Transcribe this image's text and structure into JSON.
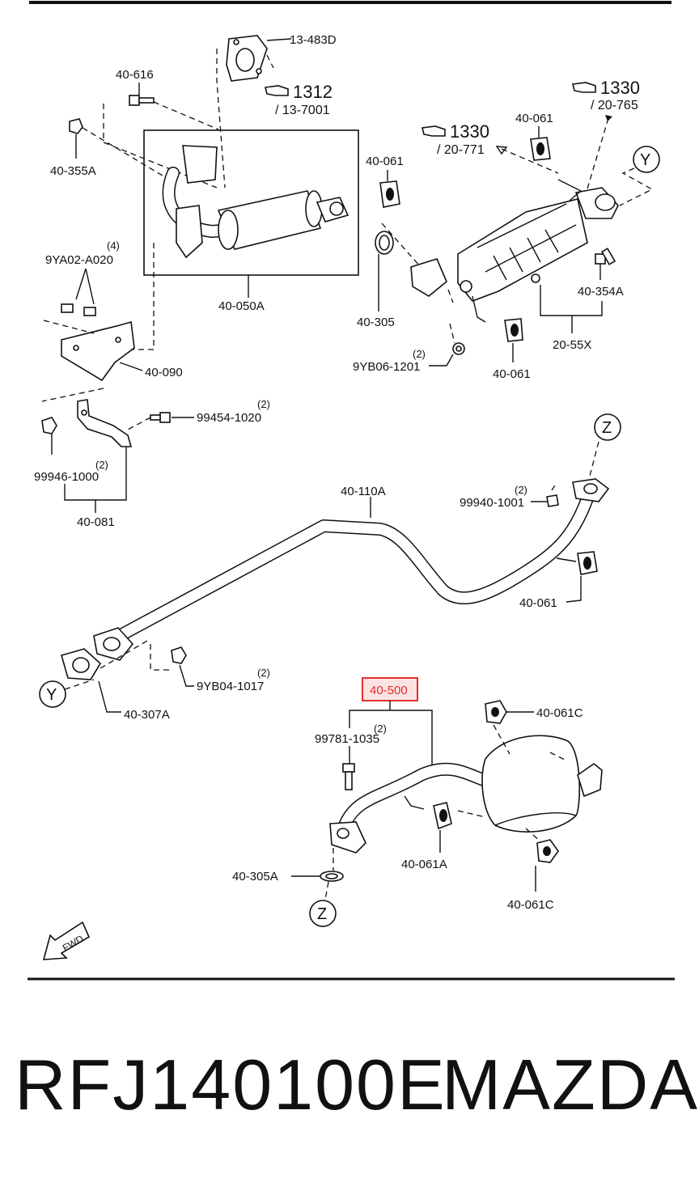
{
  "labels": {
    "p13_483D": "13-483D",
    "p40_616": "40-616",
    "p40_355A": "40-355A",
    "p40_050A": "40-050A",
    "p40_061_a": "40-061",
    "p40_305": "40-305",
    "p40_061_b": "40-061",
    "p40_354A": "40-354A",
    "p20_55X": "20-55X",
    "p40_061_c": "40-061",
    "p9YB06_1201": "9YB06-1201",
    "p9YB06_qty": "(2)",
    "p9YA02_A020": "9YA02-A020",
    "p9YA02_qty": "(4)",
    "p40_090": "40-090",
    "p99454_1020": "99454-1020",
    "p99454_qty": "(2)",
    "p99946_1000": "99946-1000",
    "p99946_qty": "(2)",
    "p40_081": "40-081",
    "p40_110A": "40-110A",
    "p99940_1001": "99940-1001",
    "p99940_qty": "(2)",
    "p40_061_d": "40-061",
    "p40_307A": "40-307A",
    "p9YB04_1017": "9YB04-1017",
    "p9YB04_qty": "(2)",
    "p40_500": "40-500",
    "p99781_1035": "99781-1035",
    "p99781_qty": "(2)",
    "p40_061C_top": "40-061C",
    "p40_061A": "40-061A",
    "p40_305A": "40-305A",
    "p40_061C_bottom": "40-061C"
  },
  "refs": {
    "r1312": "1312",
    "r1312_sub": "/ 13-7001",
    "r1330_right": "1330",
    "r1330_right_sub": "/ 20-765",
    "r1330_left": "1330",
    "r1330_left_sub": "/ 20-771"
  },
  "connectors": {
    "y_top": "Y",
    "y_left": "Y",
    "z_top": "Z",
    "z_bottom": "Z"
  },
  "fwd": "FWD",
  "highlight_color": "#e03030",
  "footer": {
    "part_number": "RFJ140100E",
    "brand": "MAZDA"
  }
}
